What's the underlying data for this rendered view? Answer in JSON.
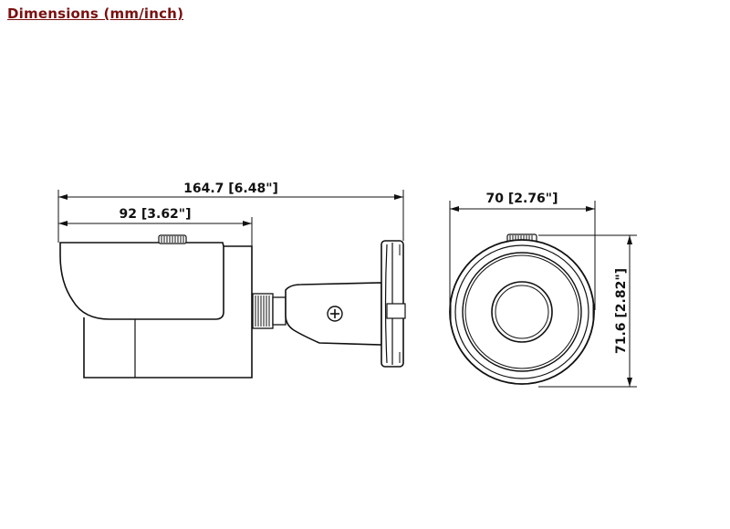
{
  "title": "Dimensions (mm/inch)",
  "dimensions": {
    "total_length": "164.7 [6.48\"]",
    "body_length": "92 [3.62\"]",
    "front_width": "70 [2.76\"]",
    "front_height": "71.6 [2.82\"]"
  },
  "colors": {
    "title": "#7a1010",
    "lines": "#111111"
  }
}
